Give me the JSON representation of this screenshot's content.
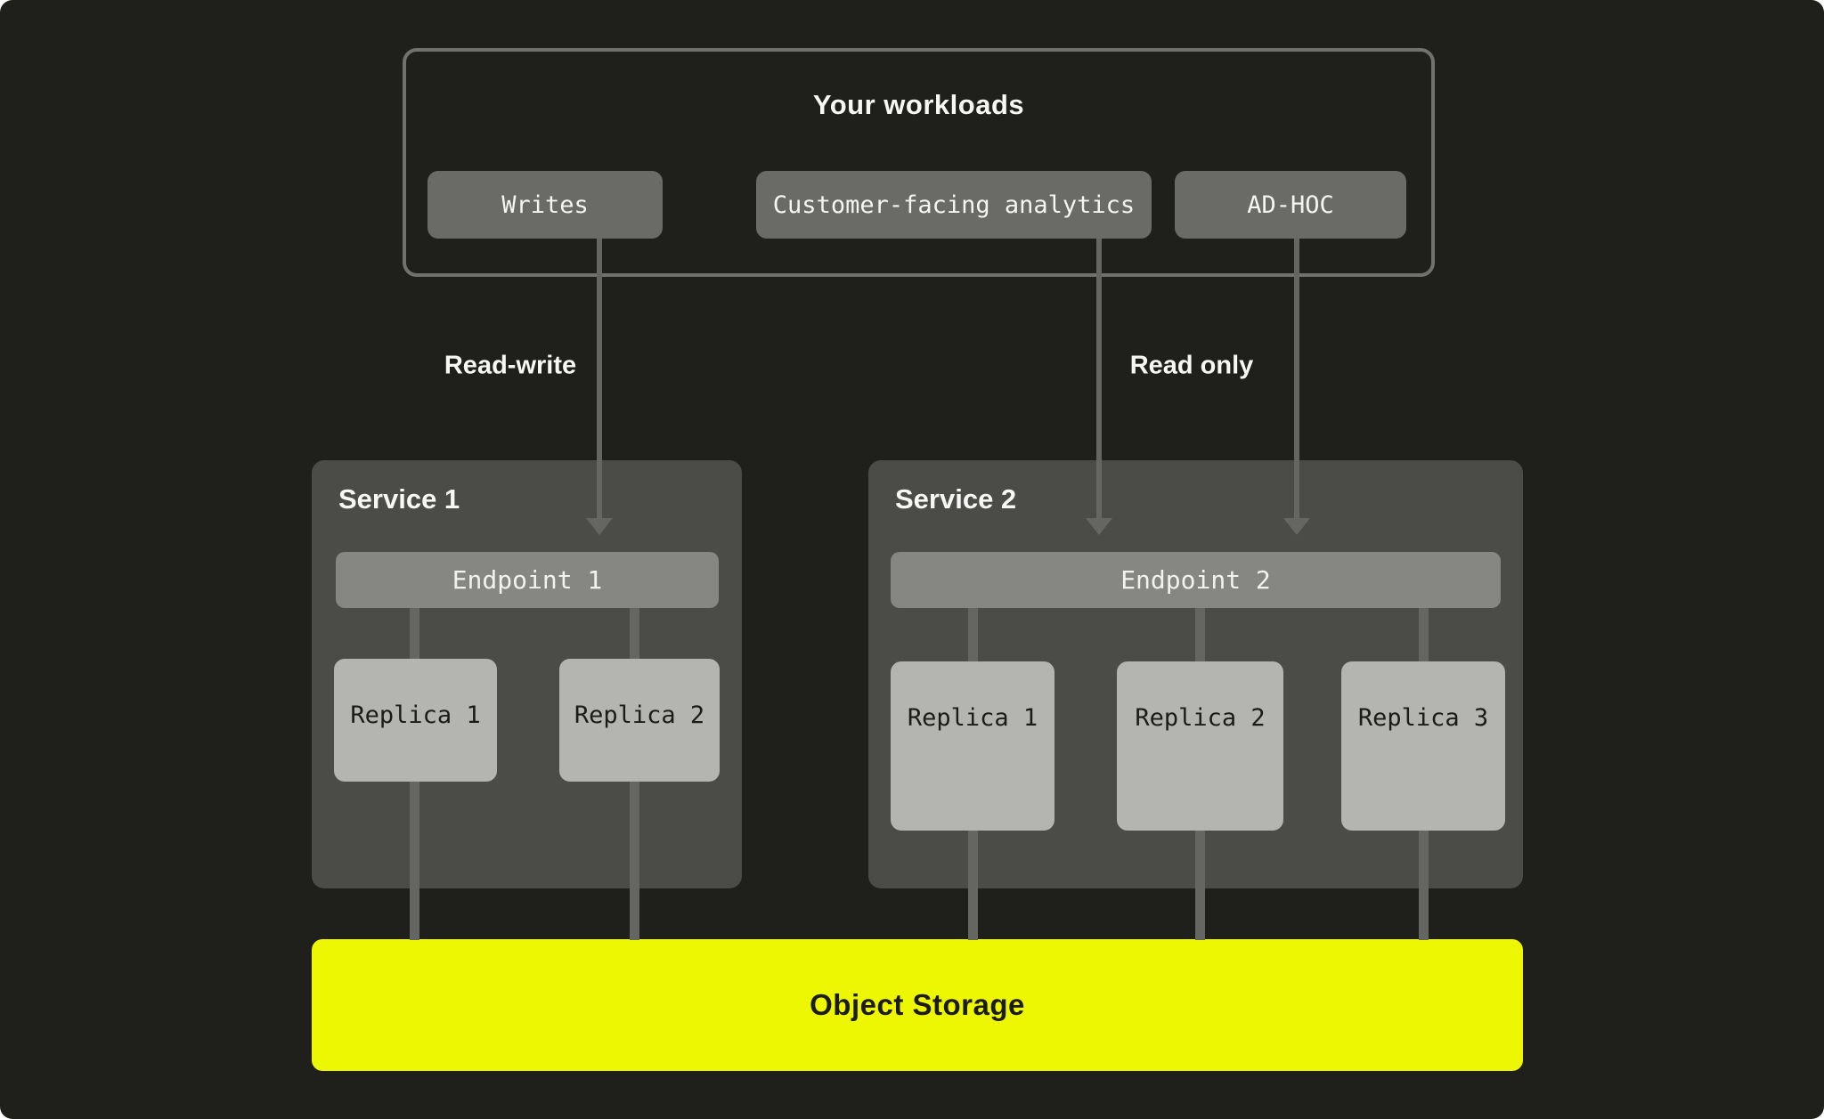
{
  "workloads": {
    "title": "Your workloads",
    "buttons": [
      {
        "label": "Writes"
      },
      {
        "label": "Customer-facing analytics"
      },
      {
        "label": "AD-HOC"
      }
    ]
  },
  "flows": {
    "read_write": "Read-write",
    "read_only": "Read only"
  },
  "services": [
    {
      "title": "Service 1",
      "endpoint": "Endpoint 1",
      "replicas": [
        "Replica 1",
        "Replica 2"
      ]
    },
    {
      "title": "Service 2",
      "endpoint": "Endpoint 2",
      "replicas": [
        "Replica 1",
        "Replica 2",
        "Replica 3"
      ]
    }
  ],
  "storage": {
    "label": "Object Storage"
  },
  "colors": {
    "background": "#1f1f1b",
    "workloads_border": "#71716d",
    "button": "#6a6a66",
    "service_box": "#4b4b48",
    "endpoint_bar": "#868682",
    "replica_box": "#b4b4b1",
    "connector_line": "#656561",
    "storage_accent": "#edf702",
    "text_light": "#f7f7f5",
    "text_dark": "#1b1b17"
  }
}
